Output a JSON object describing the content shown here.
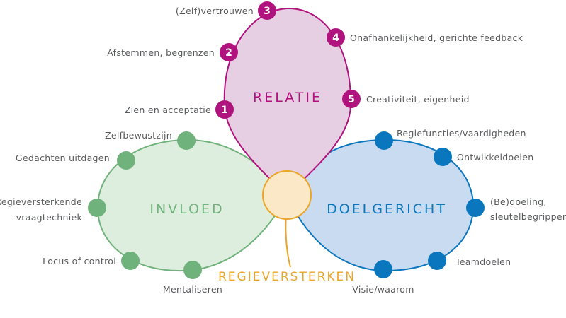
{
  "colors": {
    "relatie": "#b0127e",
    "relatie_fill": "#e7cfe3",
    "invloed": "#70b27b",
    "invloed_fill": "#deeede",
    "doelgericht": "#0a76be",
    "doelgericht_fill": "#c8dbf1",
    "center": "#eba62a",
    "center_fill": "#fbe8c6",
    "label": "#58595b"
  },
  "relatie": {
    "title": "RELATIE",
    "items": [
      {
        "num": "1",
        "label": "Zien en acceptatie"
      },
      {
        "num": "2",
        "label": "Afstemmen, begrenzen"
      },
      {
        "num": "3",
        "label": "(Zelf)vertrouwen"
      },
      {
        "num": "4",
        "label": "Onafhankelijkheid, gerichte feedback"
      },
      {
        "num": "5",
        "label": "Creativiteit, eigenheid"
      }
    ]
  },
  "invloed": {
    "title": "INVLOED",
    "items": [
      {
        "label": "Zelfbewustzijn"
      },
      {
        "label": "Gedachten uitdagen"
      },
      {
        "label_line1": "Regieversterkende",
        "label_line2": "vraagtechniek"
      },
      {
        "label": "Locus of control"
      },
      {
        "label": "Mentaliseren"
      }
    ]
  },
  "doelgericht": {
    "title": "DOELGERICHT",
    "items": [
      {
        "label": "Regiefuncties/vaardigheden"
      },
      {
        "label": "Ontwikkeldoelen"
      },
      {
        "label_line1": "(Be)doeling,",
        "label_line2": "sleutelbegrippen"
      },
      {
        "label": "Teamdoelen"
      },
      {
        "label": "Visie/waarom"
      }
    ]
  },
  "center": {
    "label": "REGIEVERSTERKEN"
  }
}
